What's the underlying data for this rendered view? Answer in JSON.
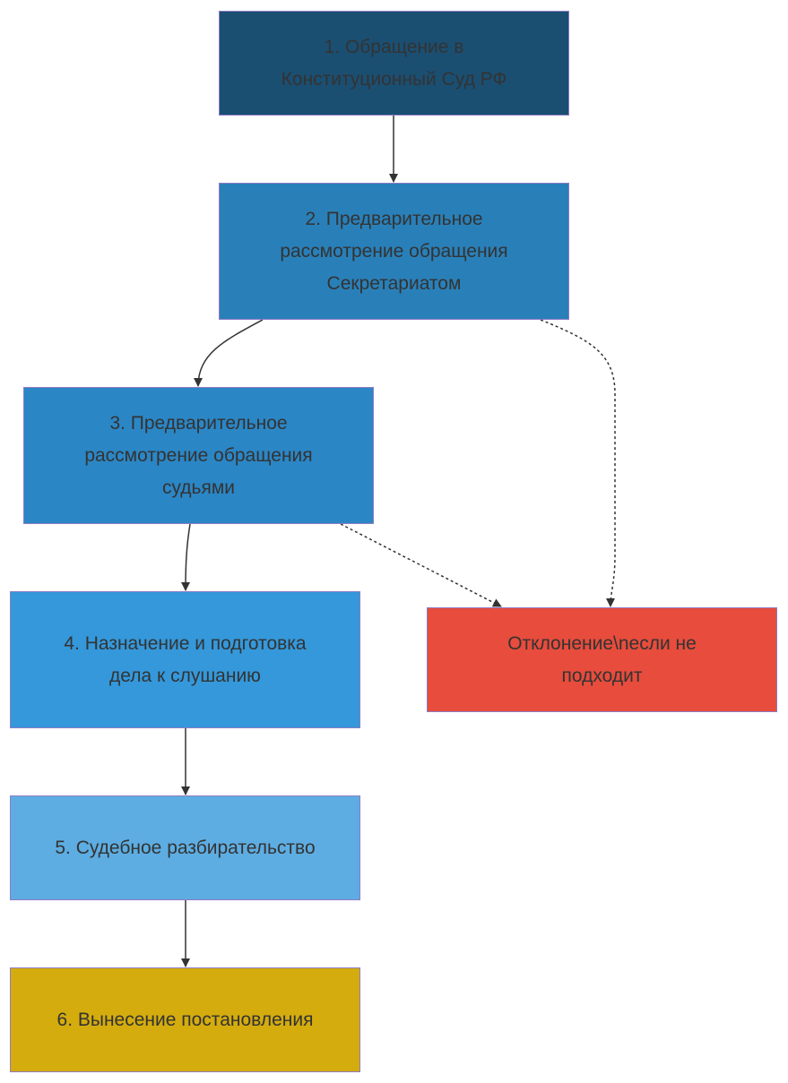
{
  "nodes": {
    "n1": {
      "label": "1. Обращение в Конституционный Суд РФ",
      "fill": "#1a4f72"
    },
    "n2": {
      "label": "2. Предварительное рассмотрение обращения Секретариатом",
      "fill": "#2980b9"
    },
    "n3": {
      "label": "3. Предварительное рассмотрение обращения судьями",
      "fill": "#2b86c5"
    },
    "n4": {
      "label": "4. Назначение и подготовка дела к слушанию",
      "fill": "#3498db"
    },
    "n5": {
      "label": "5. Судебное разбирательство",
      "fill": "#5dade2"
    },
    "n6": {
      "label": "6. Вынесение постановления",
      "fill": "#d4ac0d"
    },
    "rejection": {
      "label": "Отклонение\\nесли не подходит",
      "fill": "#e74c3c"
    }
  },
  "edges": [
    {
      "from": "n1",
      "to": "n2",
      "style": "solid"
    },
    {
      "from": "n2",
      "to": "n3",
      "style": "solid"
    },
    {
      "from": "n2",
      "to": "rejection",
      "style": "dotted"
    },
    {
      "from": "n3",
      "to": "n4",
      "style": "solid"
    },
    {
      "from": "n3",
      "to": "rejection",
      "style": "dotted"
    },
    {
      "from": "n4",
      "to": "n5",
      "style": "solid"
    },
    {
      "from": "n5",
      "to": "n6",
      "style": "solid"
    }
  ],
  "colors": {
    "border": "#8e7cc3",
    "edge": "#333333",
    "text": "#333333"
  }
}
